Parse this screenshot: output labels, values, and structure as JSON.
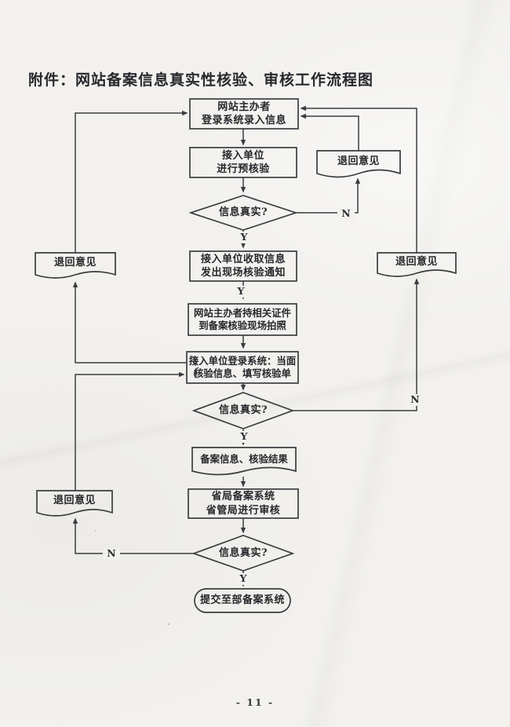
{
  "page": {
    "title": "附件：网站备案信息真实性核验、审核工作流程图",
    "page_number": "- 11 -"
  },
  "theme": {
    "paper_color": "#f2f1ee",
    "ink_color": "#3c3c40"
  },
  "labels": {
    "yes": "Y",
    "no": "N"
  },
  "flowchart": {
    "nodes": {
      "start": "网站主办者\n登录系统录入信息",
      "precheck": "接入单位\n进行预核验",
      "decision1": "信息真实?",
      "notify": "接入单位收取信息\n发出现场核验通知",
      "photo": "网站主办者持相关证件\n到备案核验现场拍照",
      "facecheck": "接入单位登录系统：当面\n核验信息、填写核验单",
      "decision2": "信息真实?",
      "result": "备案信息、核验结果",
      "audit": "省局备案系统\n省管局进行审核",
      "decision3": "信息真实?",
      "submit": "提交至部备案系统",
      "return_right_upper": "退回意见",
      "return_right_lower": "退回意见",
      "return_left_upper": "退回意见",
      "return_left_lower": "退回意见"
    }
  }
}
